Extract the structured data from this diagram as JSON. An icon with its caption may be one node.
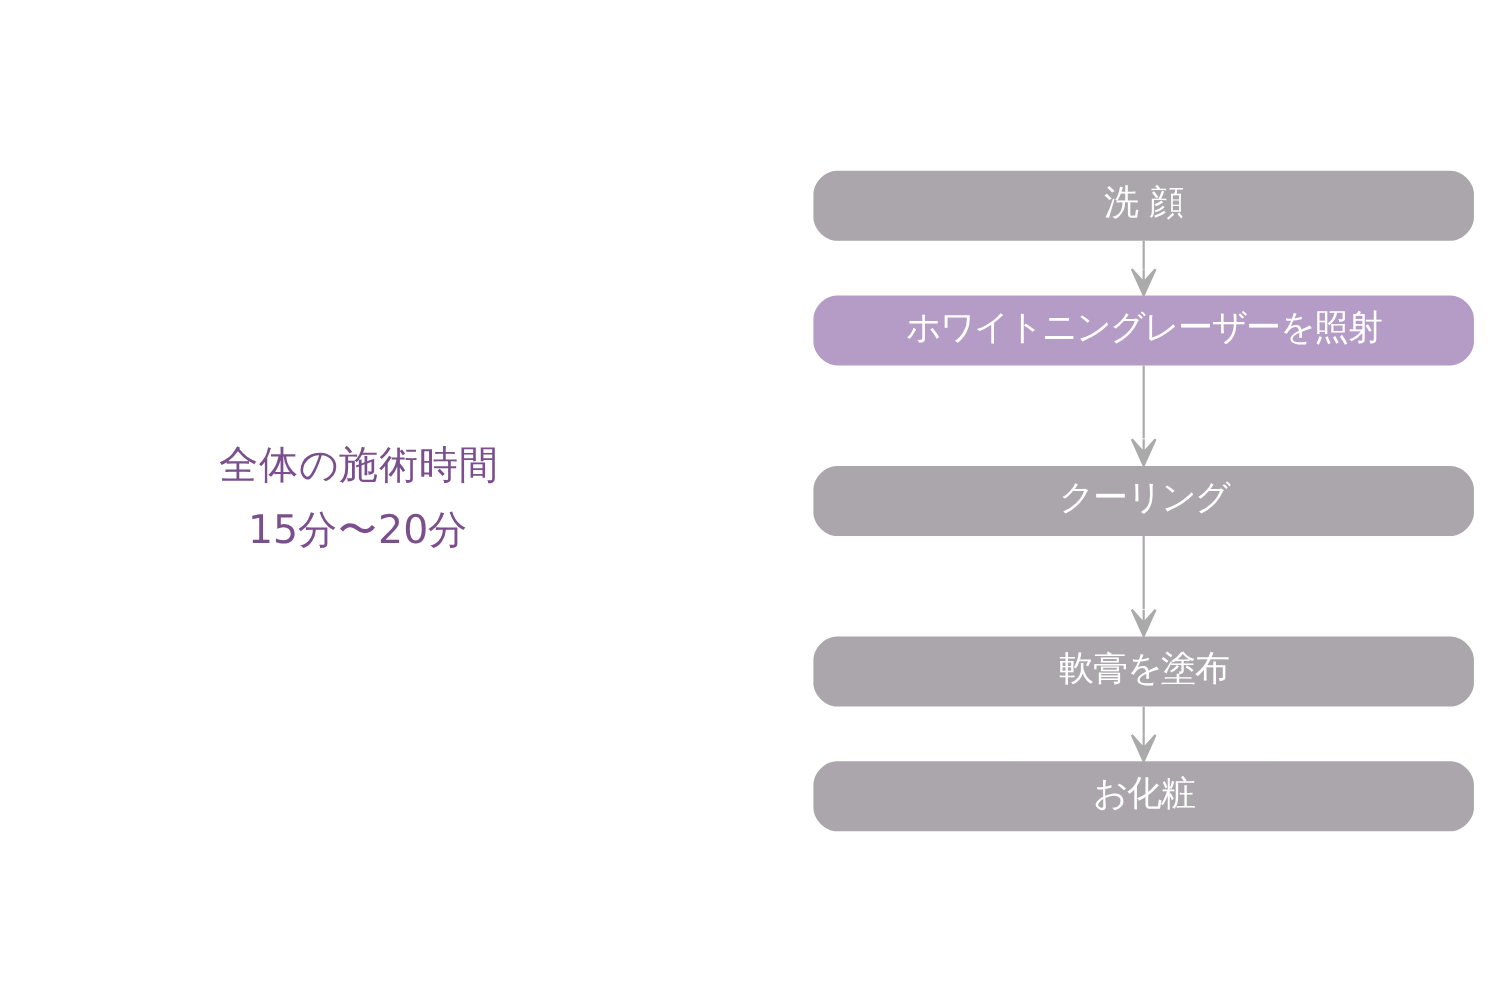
{
  "diagram": {
    "nodes": [
      {
        "text": [
          "洗 顔"
        ]
      },
      {
        "text": [
          "ホワイトニングレーザーを照射"
        ]
      },
      {
        "text": [
          "クーリング"
        ]
      },
      {
        "text": [
          "軟膏を塗布"
        ]
      },
      {
        "text": [
          "お化粧"
        ]
      }
    ],
    "edges": [
      {
        "from": 0,
        "to": 1,
        "arrow": "to"
      },
      {
        "from": 1,
        "to": 2,
        "arrow": "to"
      },
      {
        "from": 2,
        "to": 3,
        "arrow": "to"
      },
      {
        "from": 3,
        "to": 4,
        "arrow": "to"
      }
    ],
    "labels": [
      "全体の施術時間",
      "15分〜20分"
    ]
  }
}
